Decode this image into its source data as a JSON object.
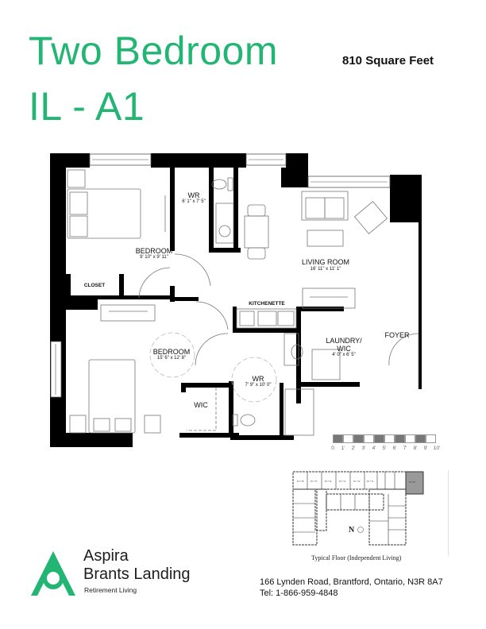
{
  "header": {
    "title_line1": "Two Bedroom",
    "title_line2": "IL - A1",
    "square_feet": "810 Square Feet",
    "accent_color": "#22b573"
  },
  "floor_plan": {
    "rooms": [
      {
        "name": "BEDROOM",
        "dimensions": "9' 10\" x 9' 11\""
      },
      {
        "name": "WR",
        "dimensions": "6' 1\" x 7' 5\""
      },
      {
        "name": "LIVING ROOM",
        "dimensions": "16' 11\" x 11' 1\""
      },
      {
        "name": "CLOSET",
        "dimensions": ""
      },
      {
        "name": "KITCHENETTE",
        "dimensions": ""
      },
      {
        "name": "BEDROOM",
        "dimensions": "15' 6\" x 12' 8\""
      },
      {
        "name": "LAUNDRY/\nWIC",
        "dimensions": "4' 0\" x 6' 5\""
      },
      {
        "name": "FOYER",
        "dimensions": ""
      },
      {
        "name": "WR",
        "dimensions": "7' 9\" x 10' 0\""
      },
      {
        "name": "WIC",
        "dimensions": ""
      }
    ]
  },
  "scale_bar": {
    "labels": [
      "0",
      "1'",
      "2'",
      "3'",
      "4'",
      "5'",
      "6'",
      "7'",
      "8'",
      "9'",
      "10'"
    ]
  },
  "key_plan": {
    "caption": "Typical Floor (Independent Living)",
    "north_label": "N",
    "highlight_color": "#999999"
  },
  "logo": {
    "line1": "Aspira",
    "line2": "Brants Landing",
    "line3": "Retirement Living"
  },
  "contact": {
    "address": "166 Lynden Road, Brantford, Ontario, N3R 8A7",
    "phone": "Tel: 1-866-959-4848"
  }
}
